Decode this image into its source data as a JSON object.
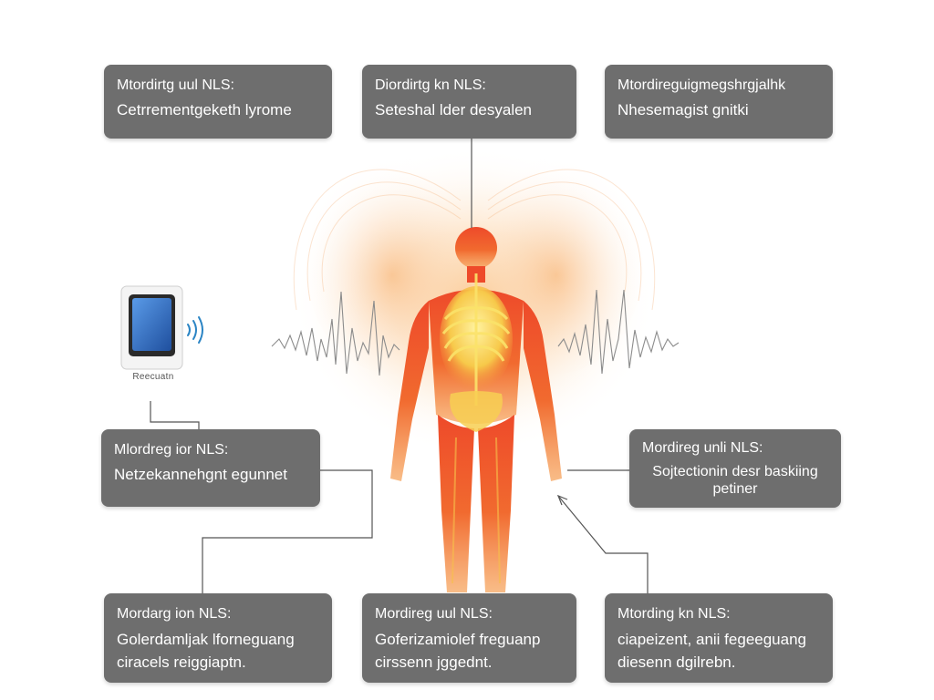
{
  "colors": {
    "box": "#6e6e6e",
    "box_text": "#ffffff",
    "connector": "#555555",
    "glow": "#f6a25a",
    "body_outer": "#ef5a2b",
    "body_inner": "#f4883a",
    "skeleton": "#f7dd4e",
    "waveform": "#8c8c8c",
    "phone_screen": "#3f7bd6",
    "signal": "#2a84c4"
  },
  "icons": {
    "device": "smartphone-icon",
    "signal": "wireless-signal-icon",
    "figure": "human-body-figure",
    "waves": "waveform-icon"
  },
  "device": {
    "label": "Reecuatn"
  },
  "boxes": [
    {
      "line1": "Mtordirtg uul NLS:",
      "line2": "Cetrrementgeketh lyrome"
    },
    {
      "line1": "Diordirtg kn NLS:",
      "line2": "Seteshal lder desyalen"
    },
    {
      "line1": "Mtordireguigmegshrgjalhk",
      "line2": "Nhesemagist gnitki"
    },
    {
      "line1": "Mlordreg ior NLS:",
      "line2": "Netzekannehgnt egunnet"
    },
    {
      "line1": "Mordireg unli NLS:",
      "line2": "Sojtectionin desr baskiing petiner"
    },
    {
      "line1": "Mordarg ion NLS:",
      "line2": "Golerdamljak lforneguang ciracels reiggiaptn."
    },
    {
      "line1": "Mordireg uul NLS:",
      "line2": "Goferizamiolef freguanp cirssenn jggednt."
    },
    {
      "line1": "Mtording kn NLS:",
      "line2": "ciapeizent, anii fegeeguang diesenn dgilrebn."
    }
  ]
}
